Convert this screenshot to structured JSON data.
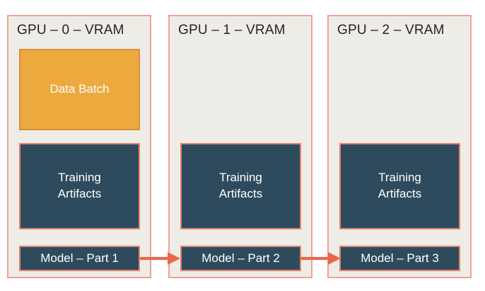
{
  "colors": {
    "page_bg": "#ffffff",
    "panel_bg": "#edece7",
    "panel_border": "#f0a397",
    "orange_fill": "#ecaa3e",
    "orange_border": "#e08c3c",
    "teal_fill": "#2e4b5d",
    "teal_border": "#e8806a",
    "arrow": "#e7684c",
    "title_text": "#242424",
    "box_text": "#ffffff"
  },
  "panels": [
    {
      "title": "GPU – 0 – VRAM",
      "data_batch": "Data Batch",
      "training": "Training\nArtifacts",
      "model": "Model – Part 1"
    },
    {
      "title": "GPU – 1 – VRAM",
      "training": "Training\nArtifacts",
      "model": "Model – Part 2"
    },
    {
      "title": "GPU – 2 – VRAM",
      "training": "Training\nArtifacts",
      "model": "Model – Part 3"
    }
  ],
  "arrows": [
    {
      "from": "Model – Part 1",
      "to": "Model – Part 2"
    },
    {
      "from": "Model – Part 2",
      "to": "Model – Part 3"
    }
  ]
}
